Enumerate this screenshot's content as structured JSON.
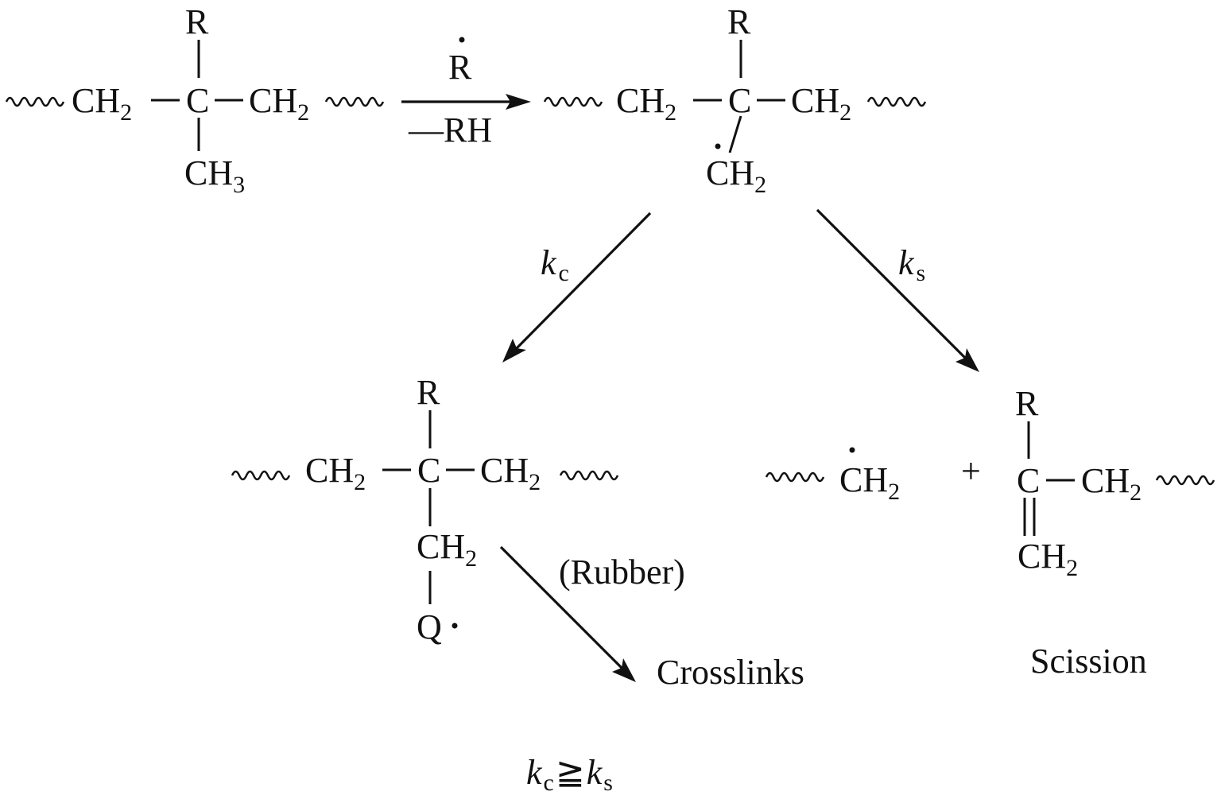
{
  "text": {
    "R": "R",
    "C": "C",
    "CH": "CH",
    "Q": "Q",
    "sub_2": "2",
    "sub_3": "3",
    "plus": "+",
    "reagent": "R",
    "loss": "—RH",
    "k": "k",
    "sub_c": "c",
    "sub_s": "s",
    "rubber": "(Rubber)",
    "crosslinks": "Crosslinks",
    "scission": "Scission",
    "relation_sign": "≧"
  },
  "colors": {
    "ink": "#111111",
    "background": "#ffffff"
  }
}
